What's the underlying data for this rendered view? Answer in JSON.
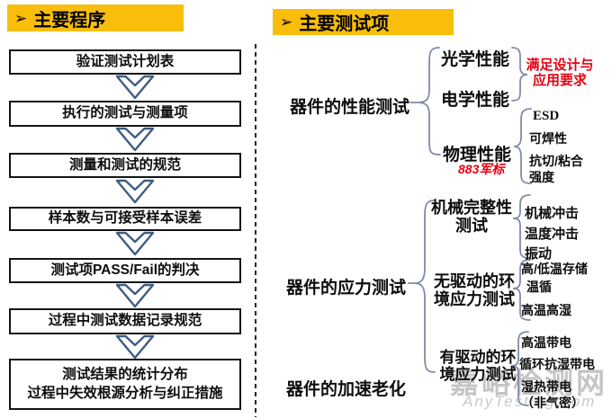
{
  "icons": {
    "arrowhead": "➢"
  },
  "colors": {
    "header_bg": "#F8BE0B",
    "arrow_outline": "#3E5C84",
    "connector_gray": "#7E8CA6",
    "annotation_red": "#E60012",
    "box_border": "#151515"
  },
  "left_panel": {
    "title": "主要程序",
    "flow_boxes": [
      "验证测试计划表",
      "执行的测试与测量项",
      "测量和测试的规范",
      "样本数与可接受样本误差",
      "测试项PASS/Fail的判决",
      "过程中测试数据记录规范",
      "测试结果的统计分布\n过程中失效根源分析与纠正措施"
    ]
  },
  "right_panel": {
    "title": "主要测试项",
    "level1": [
      "器件的性能测试",
      "器件的应力测试",
      "器件的加速老化"
    ],
    "level2": [
      "光学性能",
      "电学性能",
      "物理性能",
      "机械完整性\n测试",
      "无驱动的环\n境应力测试",
      "有驱动的环\n境应力测试"
    ],
    "annotations": {
      "requirement": "满足设计与\n应用要求",
      "mil_std": "883军标"
    },
    "level3": [
      "ESD",
      "可焊性",
      "抗切/粘合\n强度",
      "机械冲击",
      "温度冲击",
      "振动",
      "高/低温存储",
      "温循",
      "高温高湿",
      "高温带电",
      "循环抗湿带电",
      "湿热带电\n（非气密）"
    ]
  },
  "watermark": {
    "site_name": "嘉峪检测网",
    "site_url": "AnyTesting.com"
  }
}
